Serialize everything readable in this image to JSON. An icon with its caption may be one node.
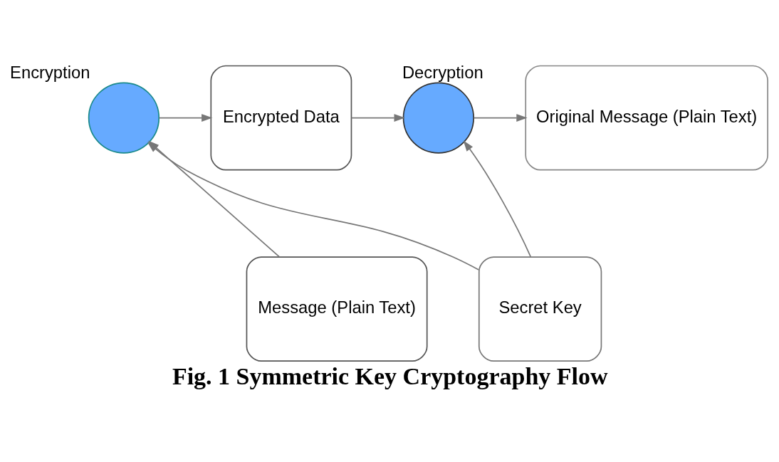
{
  "diagram": {
    "caption": "Fig. 1 Symmetric Key Cryptography Flow",
    "nodes": [
      {
        "text": [
          "Message (Plain Text)"
        ]
      },
      {
        "text": [
          "Encryption"
        ]
      },
      {
        "text": [
          "Encrypted Data"
        ]
      },
      {
        "text": [
          "Decryption"
        ]
      },
      {
        "text": [
          "Original Message (Plain Text)"
        ]
      },
      {
        "text": [
          "Secret Key"
        ]
      }
    ],
    "edges": [
      {
        "from": 0,
        "to": 1,
        "arrow": "to"
      },
      {
        "from": 1,
        "to": 2,
        "arrow": "to"
      },
      {
        "from": 2,
        "to": 3,
        "arrow": "to"
      },
      {
        "from": 3,
        "to": 4,
        "arrow": "to"
      },
      {
        "from": 5,
        "to": 1,
        "arrow": "to"
      },
      {
        "from": 5,
        "to": 3,
        "arrow": "to"
      }
    ]
  }
}
